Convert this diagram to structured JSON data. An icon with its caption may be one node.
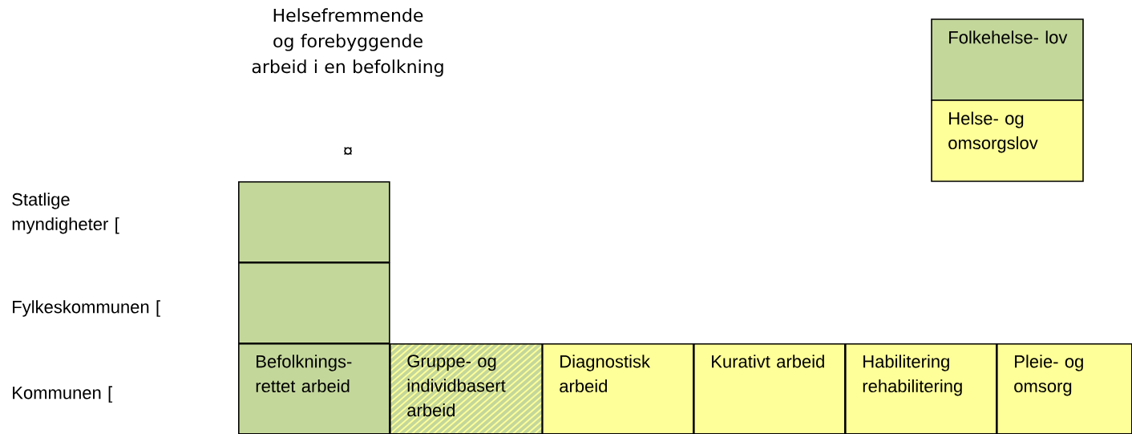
{
  "diagram": {
    "title": "Helsefremmende og forebyggende arbeid i en befolkning",
    "nodes": [
      {
        "text": [],
        "shape": "box"
      },
      {
        "text": [],
        "shape": "box"
      },
      {
        "text": [
          "Befolknings- rettet arbeid"
        ]
      },
      {
        "text": [
          "Gruppe- og individbasert arbeid"
        ]
      },
      {
        "text": [
          "Diagnostisk arbeid"
        ]
      },
      {
        "text": [
          "Kurativt arbeid"
        ]
      },
      {
        "text": [
          "Habilitering rehabilitering"
        ]
      },
      {
        "text": [
          "Pleie- og omsorg"
        ]
      }
    ],
    "labels": [
      "¤",
      "Statlige myndigheter [",
      "Fylkeskommunen [",
      "Kommunen ["
    ],
    "legend": [
      {
        "text": "Folkehelse- lov",
        "color": "#c4d79b"
      },
      {
        "text": "Helse- og omsorgslov",
        "color": "#ffff99"
      }
    ]
  }
}
